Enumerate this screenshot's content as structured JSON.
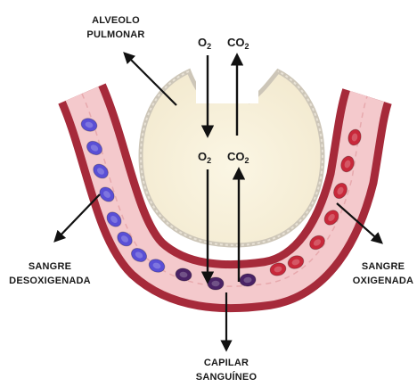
{
  "labels": {
    "alveolo_line1": "ALVEOLO",
    "alveolo_line2": "PULMONAR",
    "desox_line1": "SANGRE",
    "desox_line2": "DESOXIGENADA",
    "oxig_line1": "SANGRE",
    "oxig_line2": "OXIGENADA",
    "capilar_line1": "CAPILAR",
    "capilar_line2": "SANGUÍNEO"
  },
  "gases": {
    "o2_main": "O",
    "o2_sub": "2",
    "co2_main": "CO",
    "co2_sub": "2"
  },
  "colors": {
    "vessel_wall": "#a62a3a",
    "vessel_lumen": "#f4c9cc",
    "alveolus_fill": "#faf4e0",
    "alveolus_edge": "#cfc9bd",
    "cell_deoxygenated": "#5a4fd6",
    "cell_transition": "#4a2266",
    "cell_oxygenated": "#c8283a",
    "arrow": "#111111"
  },
  "cells": [
    {
      "type": "deoxygenated"
    },
    {
      "type": "deoxygenated"
    },
    {
      "type": "deoxygenated"
    },
    {
      "type": "deoxygenated"
    },
    {
      "type": "deoxygenated"
    },
    {
      "type": "deoxygenated"
    },
    {
      "type": "deoxygenated"
    },
    {
      "type": "deoxygenated"
    },
    {
      "type": "transition"
    },
    {
      "type": "transition"
    },
    {
      "type": "transition"
    },
    {
      "type": "oxygenated"
    },
    {
      "type": "oxygenated"
    },
    {
      "type": "oxygenated"
    },
    {
      "type": "oxygenated"
    },
    {
      "type": "oxygenated"
    },
    {
      "type": "oxygenated"
    },
    {
      "type": "oxygenated"
    }
  ]
}
